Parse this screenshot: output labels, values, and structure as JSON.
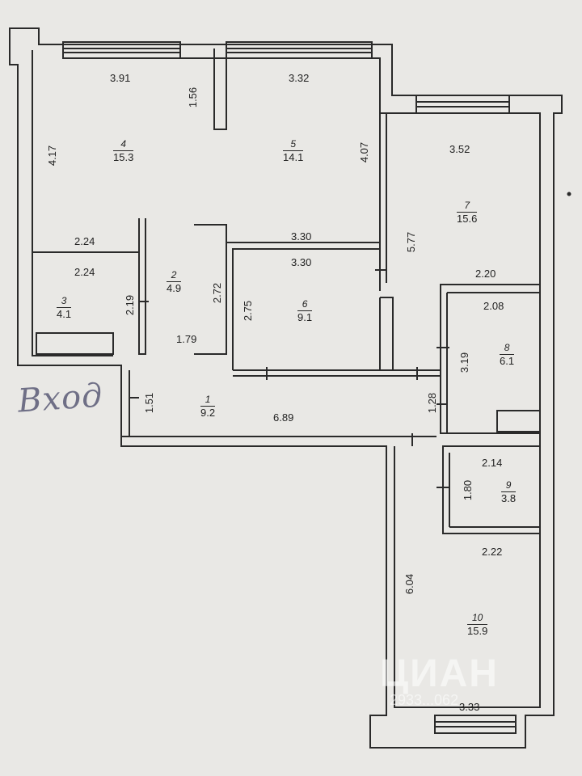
{
  "handwritten_label": "Вход",
  "watermark": {
    "brand": "ЦИАН",
    "listing_id": "2933...062"
  },
  "rooms": [
    {
      "num": "1",
      "area": "9.2"
    },
    {
      "num": "2",
      "area": "4.9"
    },
    {
      "num": "3",
      "area": "4.1"
    },
    {
      "num": "4",
      "area": "15.3"
    },
    {
      "num": "5",
      "area": "14.1"
    },
    {
      "num": "6",
      "area": "9.1"
    },
    {
      "num": "7",
      "area": "15.6"
    },
    {
      "num": "8",
      "area": "6.1"
    },
    {
      "num": "9",
      "area": "3.8"
    },
    {
      "num": "10",
      "area": "15.9"
    }
  ],
  "dimensions": {
    "r4_width": "3.91",
    "r4_height": "4.17",
    "partition_156": "1.56",
    "r5_width": "3.32",
    "r5_height": "4.07",
    "r7_width": "3.52",
    "r7_height": "5.77",
    "r7_bottom": "2.20",
    "r3_top": "2.24",
    "r3_inner": "2.24",
    "r3_height": "2.19",
    "r2_height": "2.72",
    "r2_bottom": "1.79",
    "r6_top": "3.30",
    "r6_inner": "3.30",
    "r6_height": "2.75",
    "r8_width": "2.08",
    "r8_height": "3.19",
    "r1_width": "6.89",
    "r1_left": "1.51",
    "r1_right": "1.28",
    "r9_width": "2.14",
    "r9_height": "1.80",
    "r10_top": "2.22",
    "r10_height": "6.04",
    "r10_bottom": "3.33"
  }
}
